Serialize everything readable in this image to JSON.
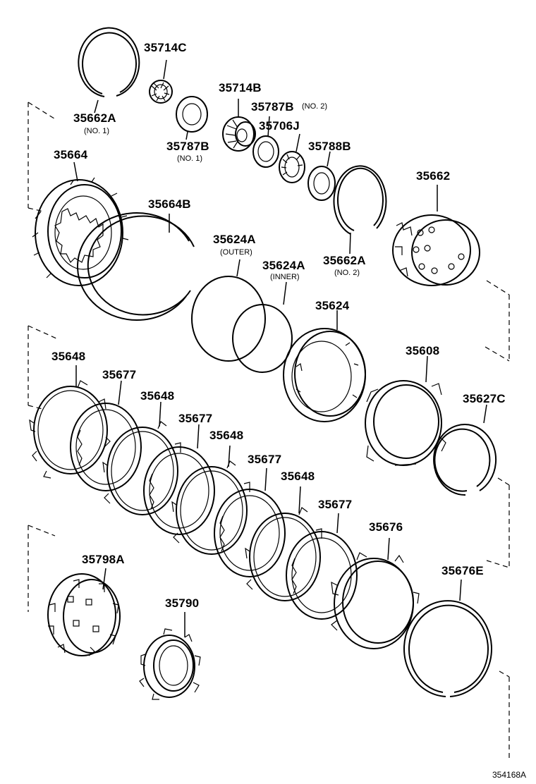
{
  "labels": {
    "p35714C": "35714C",
    "p35662A_1": "35662A",
    "p35662A_1_note": "(NO. 1)",
    "p35714B": "35714B",
    "p35787B_2": "35787B",
    "p35787B_2_note": "(NO. 2)",
    "p35706J": "35706J",
    "p35787B_1": "35787B",
    "p35787B_1_note": "(NO. 1)",
    "p35788B": "35788B",
    "p35664": "35664",
    "p35662": "35662",
    "p35664B": "35664B",
    "p35624A_outer": "35624A",
    "p35624A_outer_note": "(OUTER)",
    "p35624A_inner": "35624A",
    "p35624A_inner_note": "(INNER)",
    "p35662A_2": "35662A",
    "p35662A_2_note": "(NO. 2)",
    "p35624": "35624",
    "p35648_a": "35648",
    "p35677_a": "35677",
    "p35608": "35608",
    "p35648_b": "35648",
    "p35677_b": "35677",
    "p35627C": "35627C",
    "p35648_c": "35648",
    "p35677_c": "35677",
    "p35648_d": "35648",
    "p35677_d": "35677",
    "p35676": "35676",
    "p35798A": "35798A",
    "p35676E": "35676E",
    "p35790": "35790"
  },
  "diagram_ref": "354168A"
}
